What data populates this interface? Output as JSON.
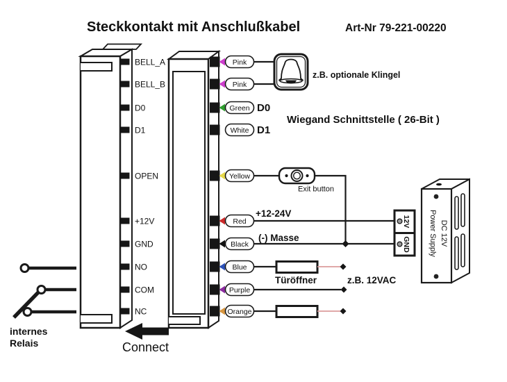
{
  "header": {
    "title": "Steckkontakt mit Anschlußkabel",
    "art_nr": "Art-Nr 79-221-00220"
  },
  "connector": {
    "pins": [
      {
        "label": "BELL_A",
        "wire": "Pink",
        "color": "#cc3ecc"
      },
      {
        "label": "BELL_B",
        "wire": "Pink",
        "color": "#cc3ecc"
      },
      {
        "label": "D0",
        "wire": "Green",
        "color": "#2f9e2f"
      },
      {
        "label": "D1",
        "wire": "White",
        "color": "#ffffff"
      },
      {
        "label": "OPEN",
        "wire": "Yellow",
        "color": "#e6d84a"
      },
      {
        "label": "+12V",
        "wire": "Red",
        "color": "#cc2a2a"
      },
      {
        "label": "GND",
        "wire": "Black",
        "color": "#111111"
      },
      {
        "label": "NO",
        "wire": "Blue",
        "color": "#2d52b8"
      },
      {
        "label": "COM",
        "wire": "Purple",
        "color": "#8c2ba0"
      },
      {
        "label": "NC",
        "wire": "Orange",
        "color": "#d89640"
      }
    ]
  },
  "annotations": {
    "bell_note": "z.B. optionale Klingel",
    "wiegand": "Wiegand Schnittstelle ( 26-Bit )",
    "d0": "D0",
    "d1": "D1",
    "exit_button": "Exit button",
    "power_plus": "+12-24V",
    "power_minus": "(-) Masse",
    "door_opener": "Türöffner",
    "vac": "z.B. 12VAC",
    "relay_line1": "internes",
    "relay_line2": "Relais",
    "connect": "Connect"
  },
  "power_supply": {
    "terminal_top": "12V",
    "terminal_bottom": "GND",
    "label_line1": "DC 12V",
    "label_line2": "Power Supply"
  },
  "colors": {
    "line": "#1a1a1a",
    "resistor_lead": "#dc9c9c"
  }
}
